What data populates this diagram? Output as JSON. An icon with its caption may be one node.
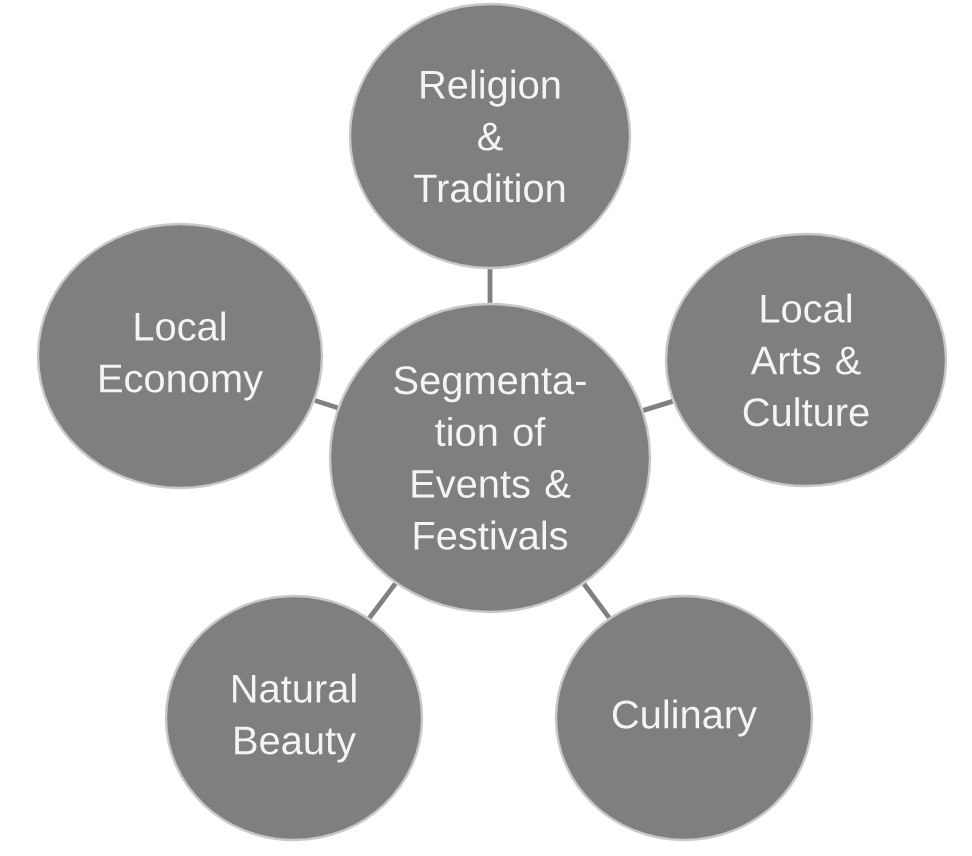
{
  "diagram": {
    "nodes": [
      {
        "text": [
          "Religion & Tradition"
        ]
      },
      {
        "text": [
          "Local Economy"
        ]
      },
      {
        "text": [
          "Segmenta-tion of Events & Festivals"
        ]
      },
      {
        "text": [
          "Local Arts & Culture"
        ]
      },
      {
        "text": [
          "Natural Beauty"
        ]
      },
      {
        "text": [
          "Culinary"
        ]
      }
    ],
    "edges": [
      {
        "from": 2,
        "to": 0,
        "arrow": "none"
      },
      {
        "from": 2,
        "to": 1,
        "arrow": "none"
      },
      {
        "from": 2,
        "to": 3,
        "arrow": "none"
      },
      {
        "from": 2,
        "to": 4,
        "arrow": "none"
      },
      {
        "from": 2,
        "to": 5,
        "arrow": "none"
      }
    ]
  }
}
